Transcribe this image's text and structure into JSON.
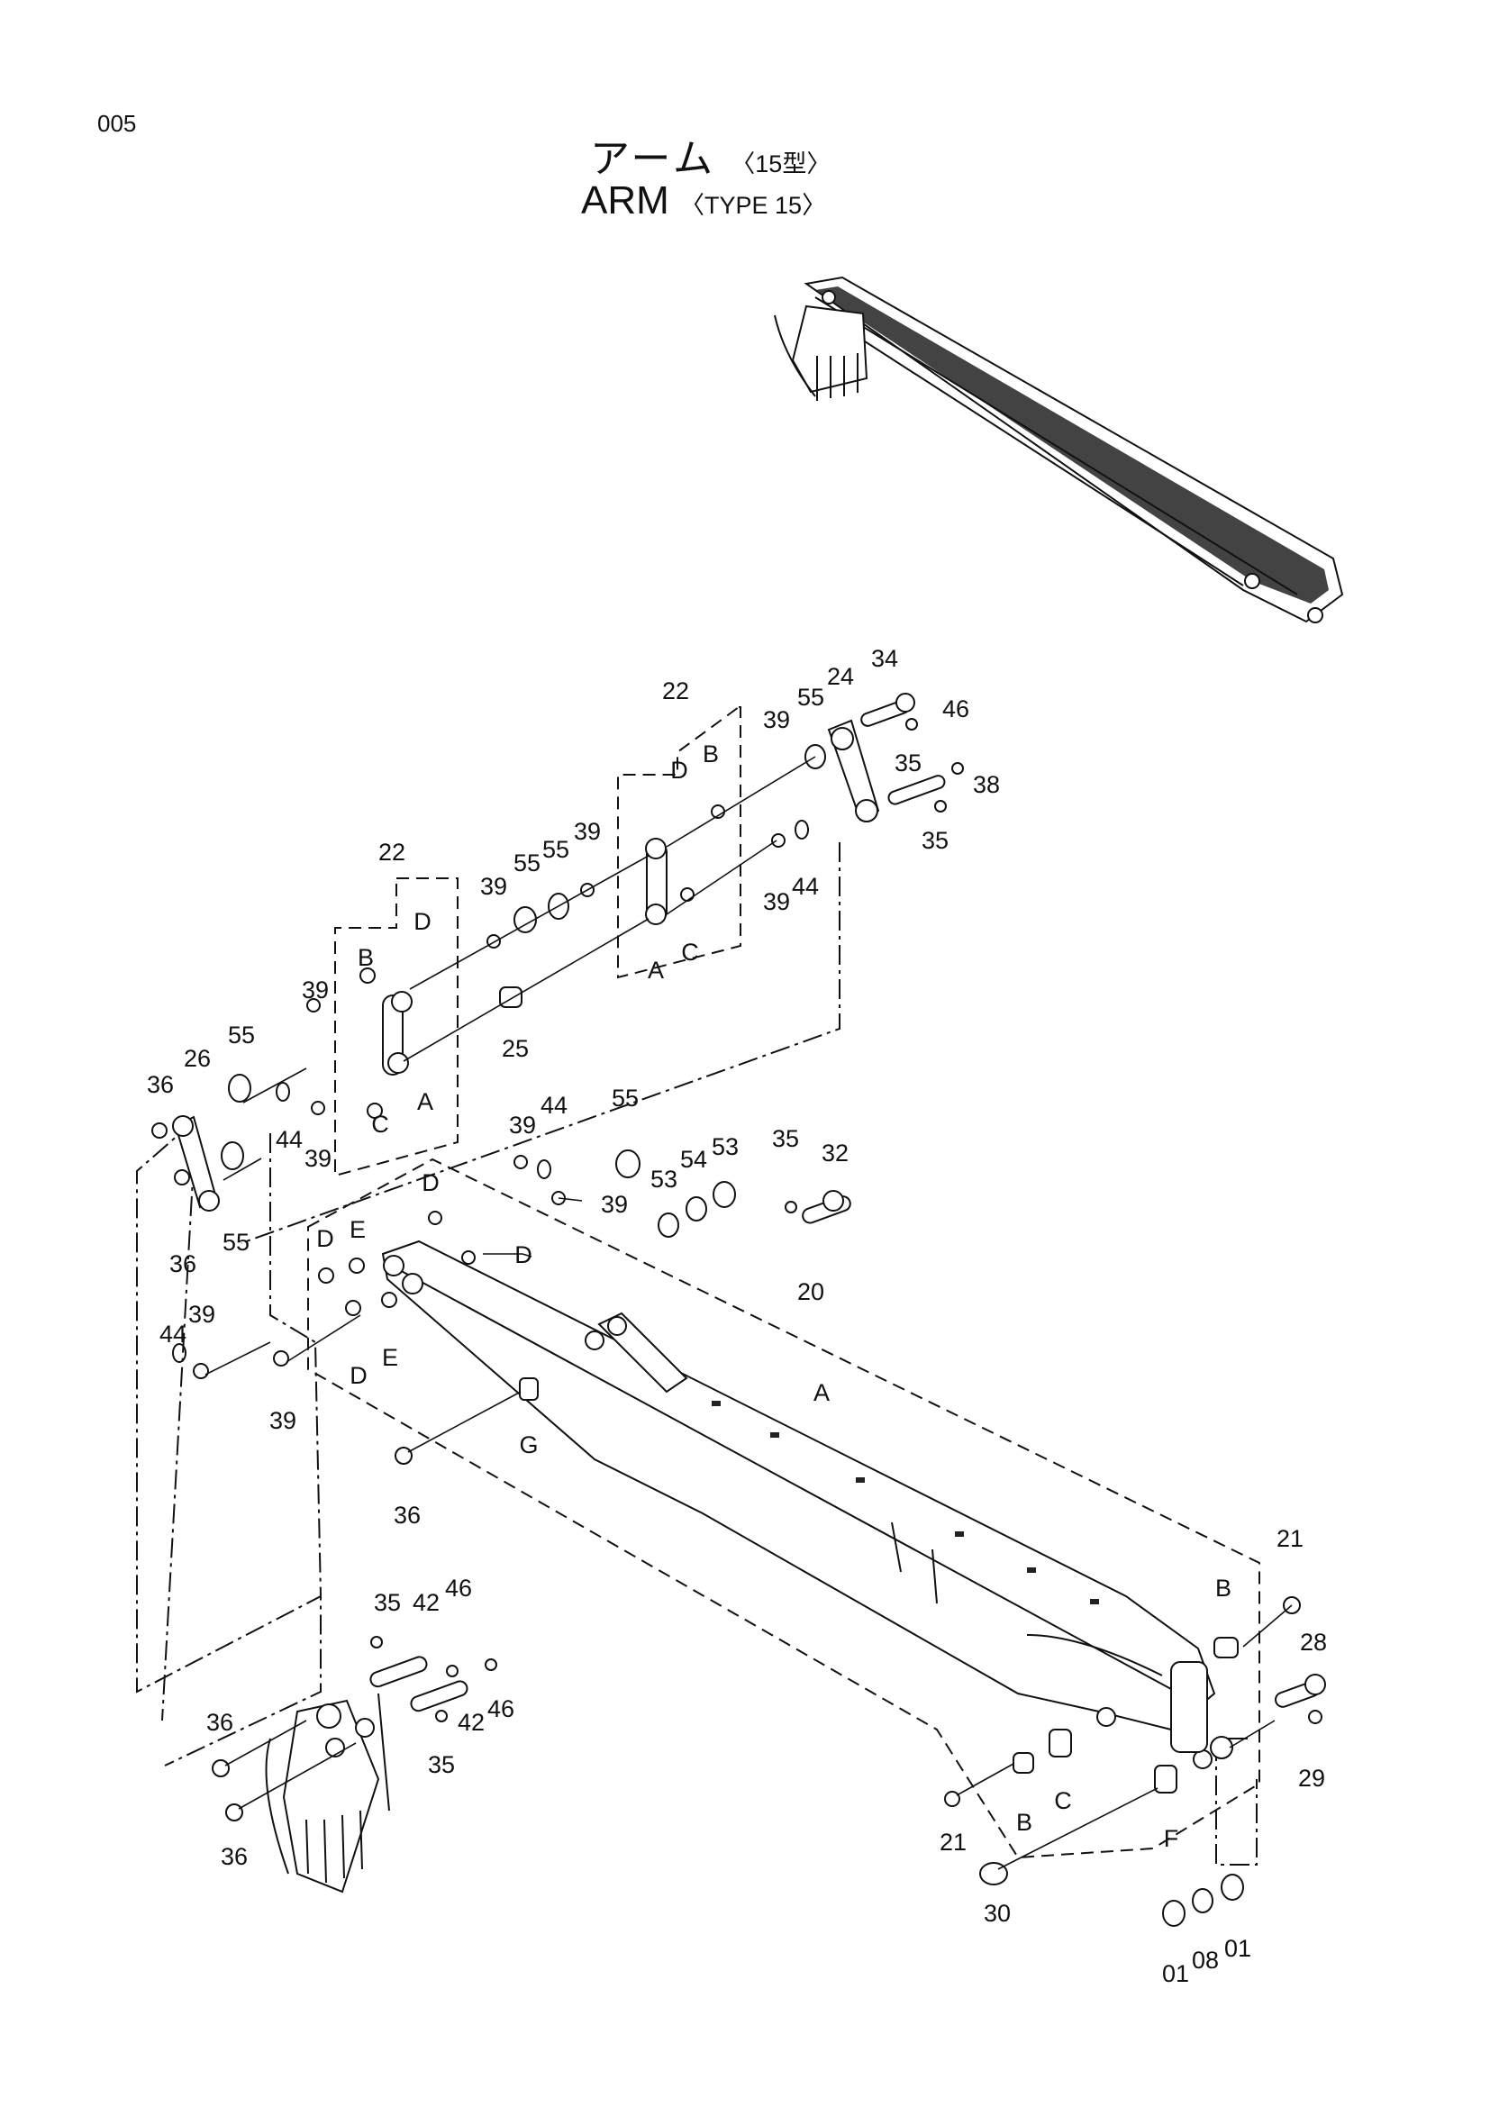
{
  "header": {
    "page_number": "005",
    "title_jp": "アーム",
    "title_jp_type": "〈15型〉",
    "title_en": "ARM",
    "title_en_type": "〈TYPE 15〉"
  },
  "callouts": {
    "c20": "20",
    "c21a": "21",
    "c21b": "21",
    "c22a": "22",
    "c22b": "22",
    "c24": "24",
    "c25": "25",
    "c26": "26",
    "c28": "28",
    "c29": "29",
    "c30": "30",
    "c32": "32",
    "c34": "34",
    "c35a": "35",
    "c35b": "35",
    "c35c": "35",
    "c35d": "35",
    "c35e": "35",
    "c36a": "36",
    "c36b": "36",
    "c36c": "36",
    "c36d": "36",
    "c36e": "36",
    "c38": "38",
    "c39a": "39",
    "c39b": "39",
    "c39c": "39",
    "c39d": "39",
    "c39e": "39",
    "c39f": "39",
    "c39g": "39",
    "c39h": "39",
    "c39i": "39",
    "c42a": "42",
    "c42b": "42",
    "c44a": "44",
    "c44b": "44",
    "c44c": "44",
    "c44d": "44",
    "c46a": "46",
    "c46b": "46",
    "c46c": "46",
    "c53a": "53",
    "c53b": "53",
    "c54": "54",
    "c55a": "55",
    "c55b": "55",
    "c55c": "55",
    "c55d": "55",
    "c55e": "55",
    "c55f": "55",
    "c01a": "01",
    "c01b": "01",
    "c08": "08"
  },
  "letter_refs": {
    "A1": "A",
    "A2": "A",
    "A3": "A",
    "B1": "B",
    "B2": "B",
    "B3": "B",
    "B4": "B",
    "C1": "C",
    "C2": "C",
    "C3": "C",
    "D1": "D",
    "D2": "D",
    "D3": "D",
    "D4": "D",
    "D5": "D",
    "D6": "D",
    "E1": "E",
    "E2": "E",
    "F1": "F",
    "G1": "G"
  }
}
